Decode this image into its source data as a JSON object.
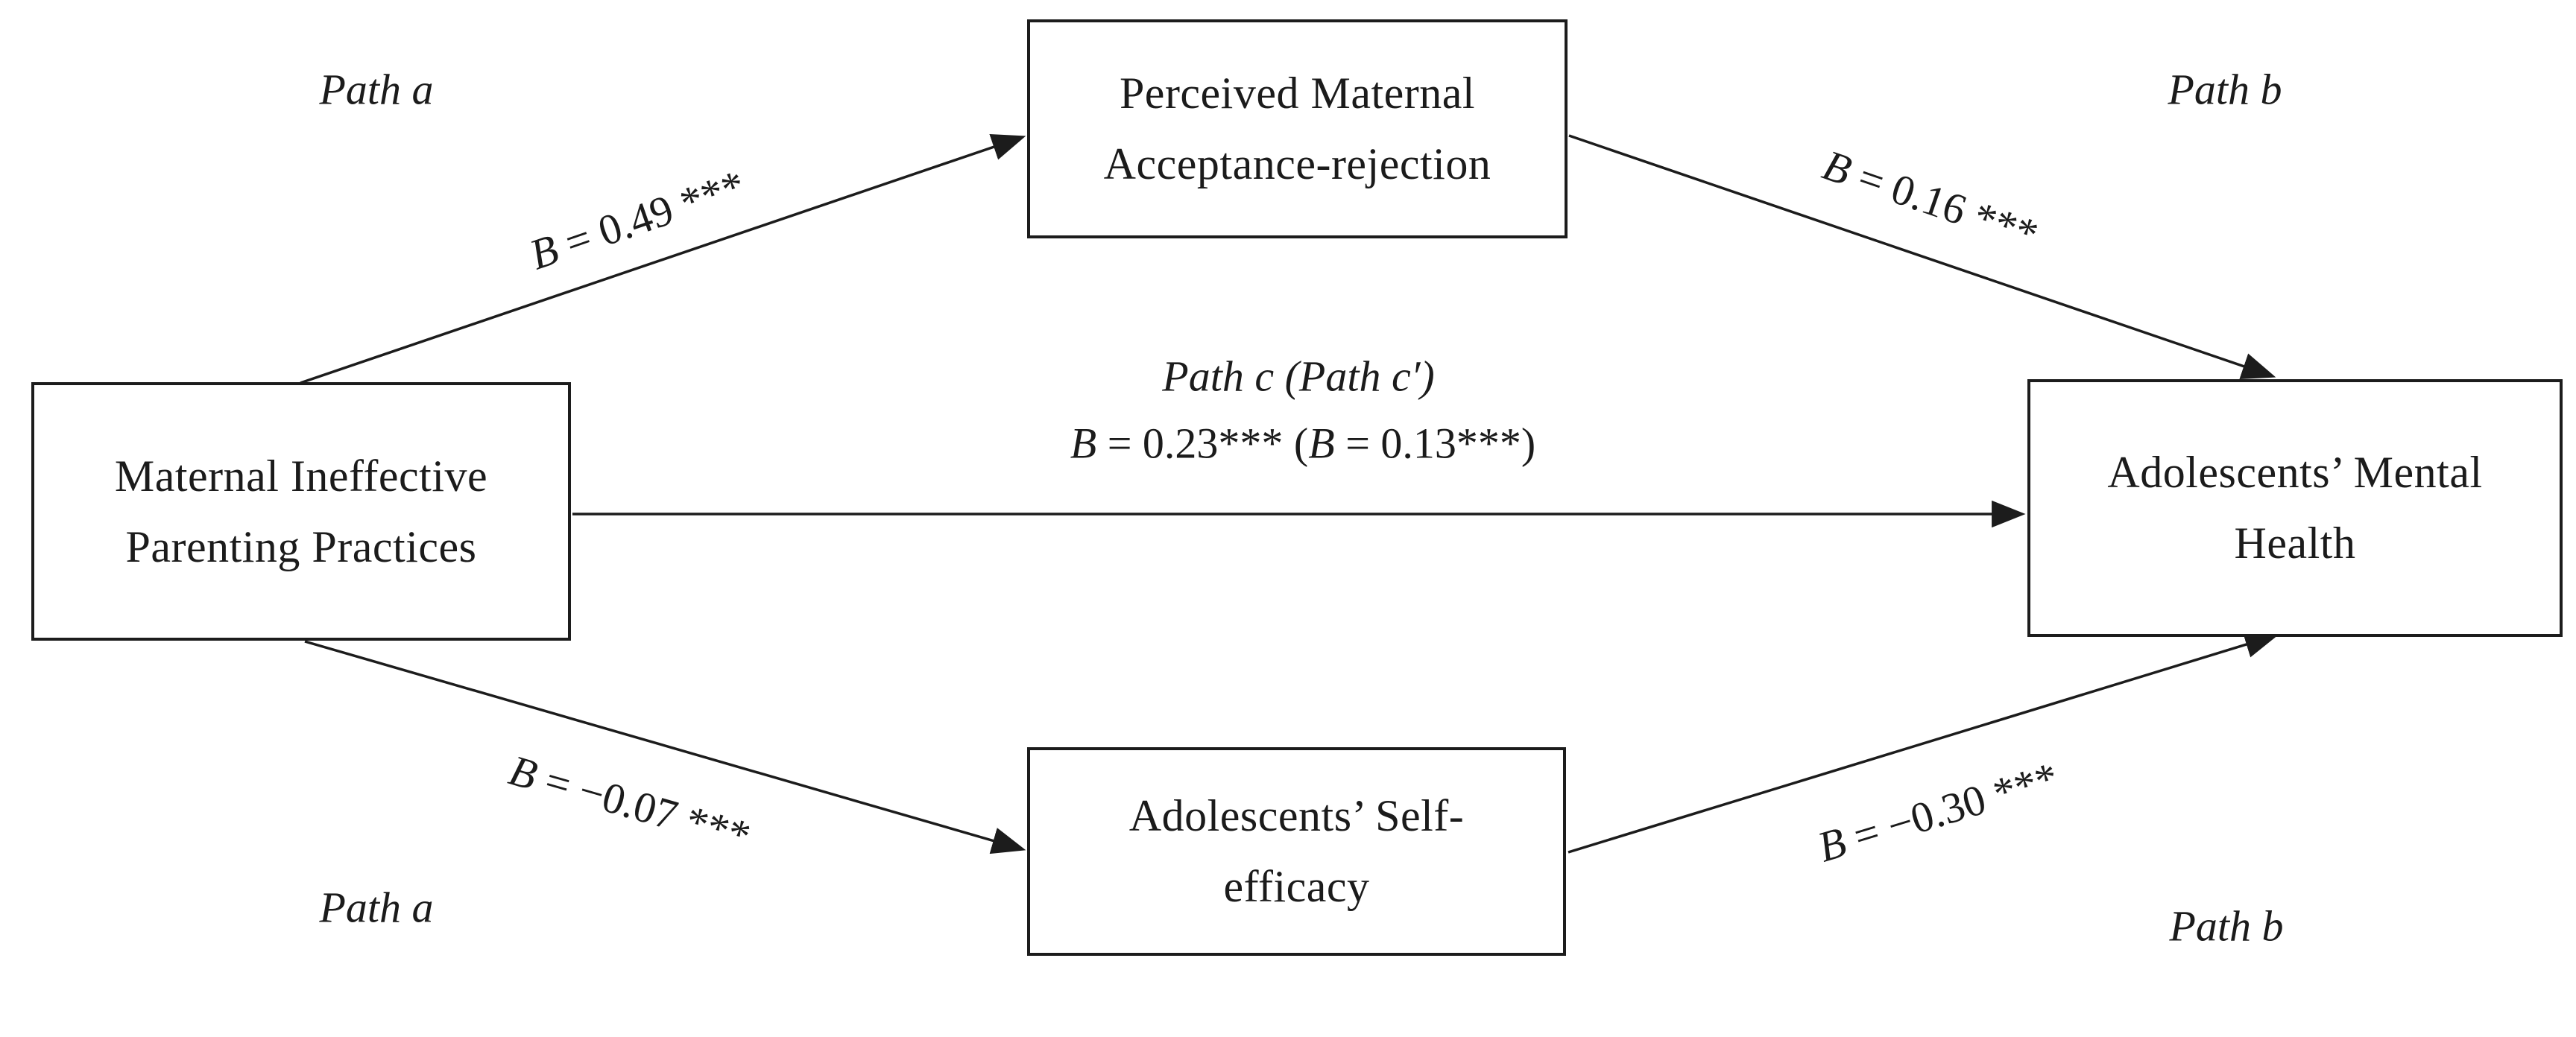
{
  "figure": {
    "background_color": "#ffffff",
    "ink_color": "#1c1c1c",
    "type": "mediation-path-diagram"
  },
  "boxes": {
    "predictor": {
      "line1": "Maternal Ineffective",
      "line2": "Parenting Practices"
    },
    "mediator_top": {
      "line1": "Perceived Maternal",
      "line2": "Acceptance-rejection"
    },
    "mediator_bottom": {
      "line1": "Adolescents’ Self-",
      "line2": "efficacy"
    },
    "outcome": {
      "line1": "Adolescents’ Mental",
      "line2": "Health"
    }
  },
  "path_labels": {
    "path_a_top": "Path a",
    "path_b_top": "Path b",
    "path_a_bottom": "Path a",
    "path_b_bottom": "Path b",
    "path_c": "Path c (Path c′)"
  },
  "coefficients": {
    "a_top": {
      "var": "B",
      "rest": " = 0.49 ***"
    },
    "b_top": {
      "var": "B",
      "rest": " = 0.16 ***"
    },
    "a_bottom": {
      "var": "B",
      "rest": " = −0.07 ***"
    },
    "b_bottom": {
      "var": "B",
      "rest": " = −0.30 ***"
    },
    "c": {
      "var": "B",
      "rest1": " = 0.23*** (",
      "var2": "B",
      "rest2": " = 0.13***)"
    }
  }
}
